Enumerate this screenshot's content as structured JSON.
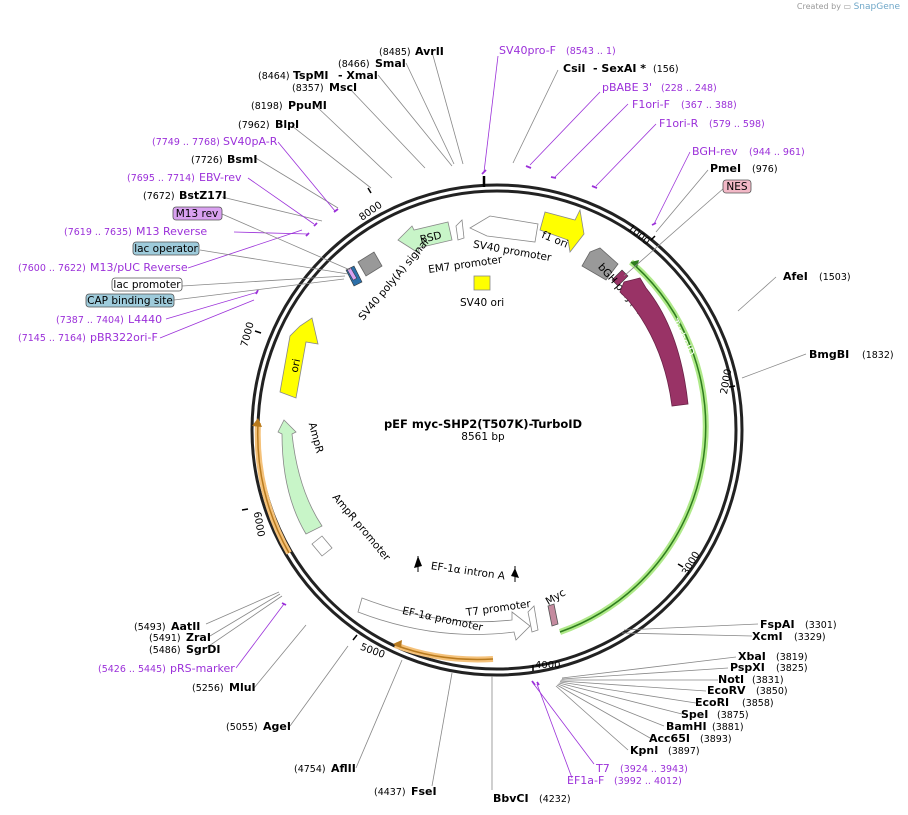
{
  "credit": {
    "prefix": "Created by",
    "brand": "SnapGene"
  },
  "plasmid": {
    "name": "pEF myc-SHP2(T507K)-TurboID",
    "length_label": "8561 bp"
  },
  "ticks": [
    "1000",
    "2000",
    "3000",
    "4000",
    "5000",
    "6000",
    "7000",
    "8000"
  ],
  "enzymes": [
    {
      "name": "AvrII",
      "pos": "(8485)"
    },
    {
      "name": "SmaI",
      "pos": "(8466)"
    },
    {
      "name": "TspMI",
      "pos": "(8464)",
      "extra": "- XmaI"
    },
    {
      "name": "MscI",
      "pos": "(8357)"
    },
    {
      "name": "PpuMI",
      "pos": "(8198)"
    },
    {
      "name": "BlpI",
      "pos": "(7962)"
    },
    {
      "name": "BsmI",
      "pos": "(7726)"
    },
    {
      "name": "BstZ17I",
      "pos": "(7672)"
    },
    {
      "name": "CsiI",
      "pos": "(156)",
      "extra": "- SexAI *"
    },
    {
      "name": "PmeI",
      "pos": "(976)"
    },
    {
      "name": "AfeI",
      "pos": "(1503)"
    },
    {
      "name": "BmgBI",
      "pos": "(1832)"
    },
    {
      "name": "FspAI",
      "pos": "(3301)"
    },
    {
      "name": "XcmI",
      "pos": "(3329)"
    },
    {
      "name": "XbaI",
      "pos": "(3819)"
    },
    {
      "name": "PspXI",
      "pos": "(3825)"
    },
    {
      "name": "NotI",
      "pos": "(3831)"
    },
    {
      "name": "EcoRV",
      "pos": "(3850)"
    },
    {
      "name": "EcoRI",
      "pos": "(3858)"
    },
    {
      "name": "SpeI",
      "pos": "(3875)"
    },
    {
      "name": "BamHI",
      "pos": "(3881)"
    },
    {
      "name": "Acc65I",
      "pos": "(3893)"
    },
    {
      "name": "KpnI",
      "pos": "(3897)"
    },
    {
      "name": "BbvCI",
      "pos": "(4232)"
    },
    {
      "name": "FseI",
      "pos": "(4437)"
    },
    {
      "name": "AflII",
      "pos": "(4754)"
    },
    {
      "name": "AgeI",
      "pos": "(5055)"
    },
    {
      "name": "MluI",
      "pos": "(5256)"
    },
    {
      "name": "SgrDI",
      "pos": "(5486)"
    },
    {
      "name": "ZraI",
      "pos": "(5491)"
    },
    {
      "name": "AatII",
      "pos": "(5493)"
    }
  ],
  "primers": [
    {
      "name": "SV40pro-F",
      "pos": "(8543 .. 1)"
    },
    {
      "name": "pBABE 3'",
      "pos": "(228 .. 248)"
    },
    {
      "name": "F1ori-F",
      "pos": "(367 .. 388)"
    },
    {
      "name": "F1ori-R",
      "pos": "(579 .. 598)"
    },
    {
      "name": "BGH-rev",
      "pos": "(944 .. 961)"
    },
    {
      "name": "SV40pA-R",
      "pos": "(7749 .. 7768)"
    },
    {
      "name": "EBV-rev",
      "pos": "(7695 .. 7714)"
    },
    {
      "name": "M13 Reverse",
      "pos": "(7619 .. 7635)"
    },
    {
      "name": "M13/pUC Reverse",
      "pos": "(7600 .. 7622)"
    },
    {
      "name": "L4440",
      "pos": "(7387 .. 7404)"
    },
    {
      "name": "pBR322ori-F",
      "pos": "(7145 .. 7164)"
    },
    {
      "name": "pRS-marker",
      "pos": "(5426 .. 5445)"
    },
    {
      "name": "T7",
      "pos": "(3924 .. 3943)"
    },
    {
      "name": "EF1a-F",
      "pos": "(3992 .. 4012)"
    }
  ],
  "boxed_labels": [
    {
      "name": "NES",
      "fill": "#f2b8c6"
    },
    {
      "name": "M13 rev",
      "fill": "#d9a1f0"
    },
    {
      "name": "lac operator",
      "fill": "#9ecbdb"
    },
    {
      "name": "lac promoter",
      "fill": "#ffffff"
    },
    {
      "name": "CAP binding site",
      "fill": "#9ecbdb"
    }
  ],
  "features": [
    {
      "name": "f1 ori",
      "color": "#ffff00"
    },
    {
      "name": "SV40 promoter",
      "color": "#ffffff"
    },
    {
      "name": "BSD",
      "color": "#c8f5c8"
    },
    {
      "name": "EM7 promoter",
      "color": "#ffffff"
    },
    {
      "name": "SV40 ori",
      "color": "#ffff00"
    },
    {
      "name": "SV40 poly(A) signal",
      "color": "#999999"
    },
    {
      "name": "bGH poly(A) signal",
      "color": "#999999"
    },
    {
      "name": "TurboID",
      "color": "#993366"
    },
    {
      "name": "ori",
      "color": "#ffff00"
    },
    {
      "name": "AmpR",
      "color": "#c8f5c8"
    },
    {
      "name": "AmpR promoter",
      "color": "#ffffff"
    },
    {
      "name": "EF-1α intron A",
      "color": "#000000"
    },
    {
      "name": "T7 promoter",
      "color": "#ffffff"
    },
    {
      "name": "Myc",
      "color": "#c48b9f"
    },
    {
      "name": "EF-1α promoter",
      "color": "#ffffff"
    }
  ]
}
